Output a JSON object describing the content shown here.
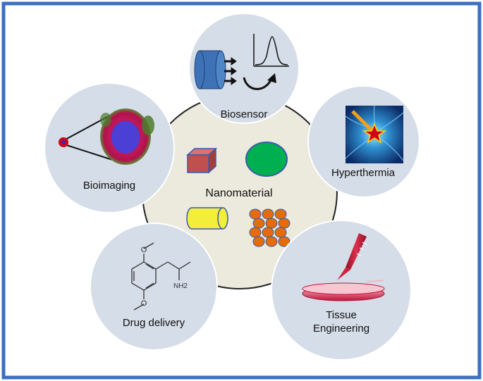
{
  "center": {
    "label": "Nanomaterial"
  },
  "applications": {
    "biosensor": "Biosensor",
    "hyperthermia": "Hyperthermia",
    "bioimaging": "Bioimaging",
    "drug_delivery": "Drug delivery",
    "tissue_line1": "Tissue",
    "tissue_line2": "Engineering"
  },
  "molecule": {
    "methoxy_top": "O",
    "methoxy_bottom": "O",
    "amine": "NH2"
  },
  "colors": {
    "border": "#3b6fc4",
    "bubble": "#d5dde8",
    "center_fill": "#ece9dd",
    "cube": "#c0504d",
    "sphere": "#00b050",
    "cylinder": "#f2ee3a",
    "particles": "#e46c0a"
  }
}
